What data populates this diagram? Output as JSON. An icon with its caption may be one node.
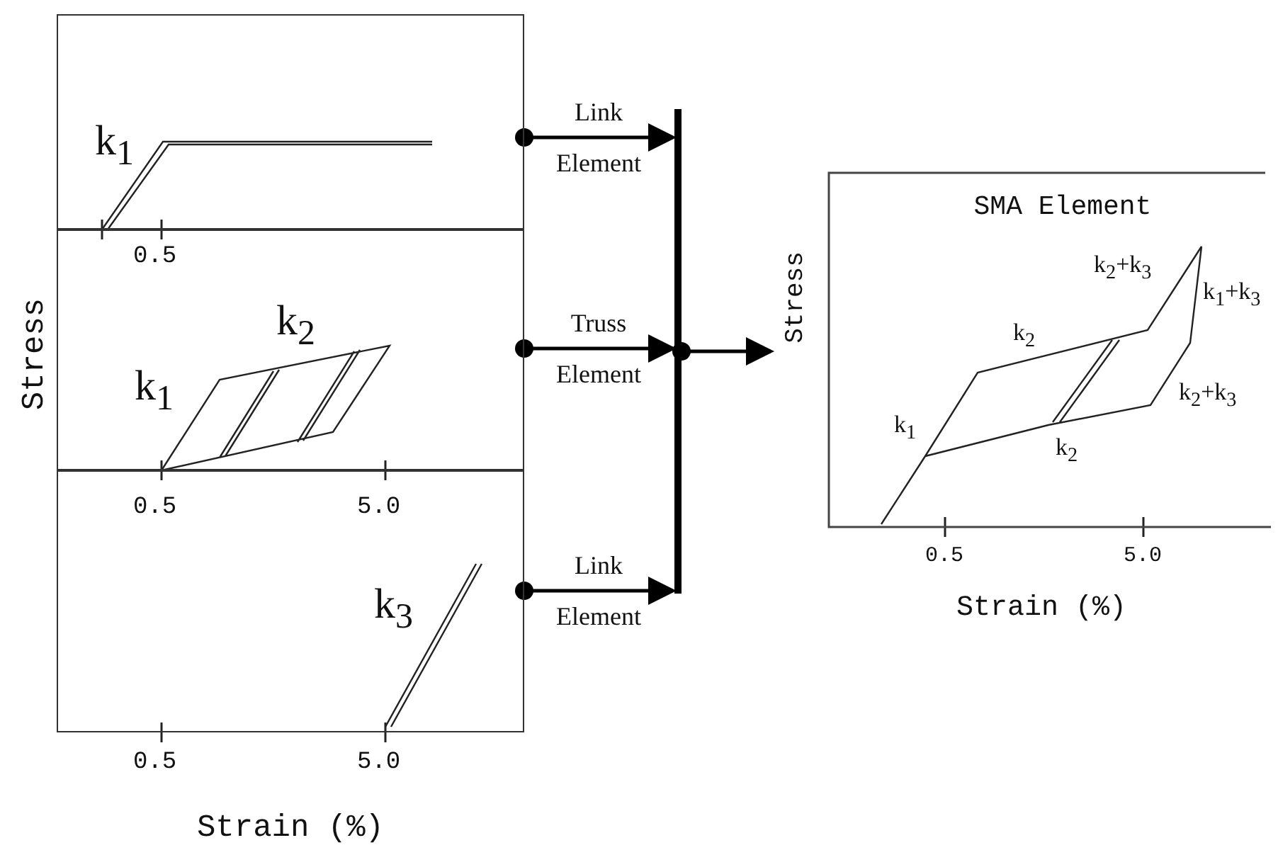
{
  "diagram": {
    "nodes": [
      {
        "text": [],
        "shape": "box"
      },
      {
        "text": [],
        "shape": "box"
      },
      {
        "text": [],
        "shape": "box"
      },
      {
        "text": [],
        "shape": "bar"
      },
      {
        "text": [
          "SMA Element"
        ]
      }
    ],
    "edges": [
      {
        "from": 0,
        "to": 3,
        "arrow": "to",
        "label": "Link Element"
      },
      {
        "from": 1,
        "to": 3,
        "arrow": "to",
        "label": "Truss Element"
      },
      {
        "from": 2,
        "to": 3,
        "arrow": "to",
        "label": "Link Element"
      },
      {
        "from": 3,
        "to": 4,
        "arrow": "to"
      }
    ],
    "labels": [
      "k$_{1}$",
      "0.5",
      "k$_{2}$",
      "k$_{1}$",
      "0.5",
      "5.0",
      "k$_{3}$",
      "0.5",
      "5.0",
      "Stress",
      "Strain (%)",
      "Stress",
      "k$_{2}$+k$_{3}$",
      "k$_{1}$+k$_{3}$",
      "k$_{2}$",
      "k$_{2}$+k$_{3}$",
      "k$_{1}$",
      "k$_{2}$",
      "0.5",
      "5.0",
      "Strain (%)"
    ]
  }
}
